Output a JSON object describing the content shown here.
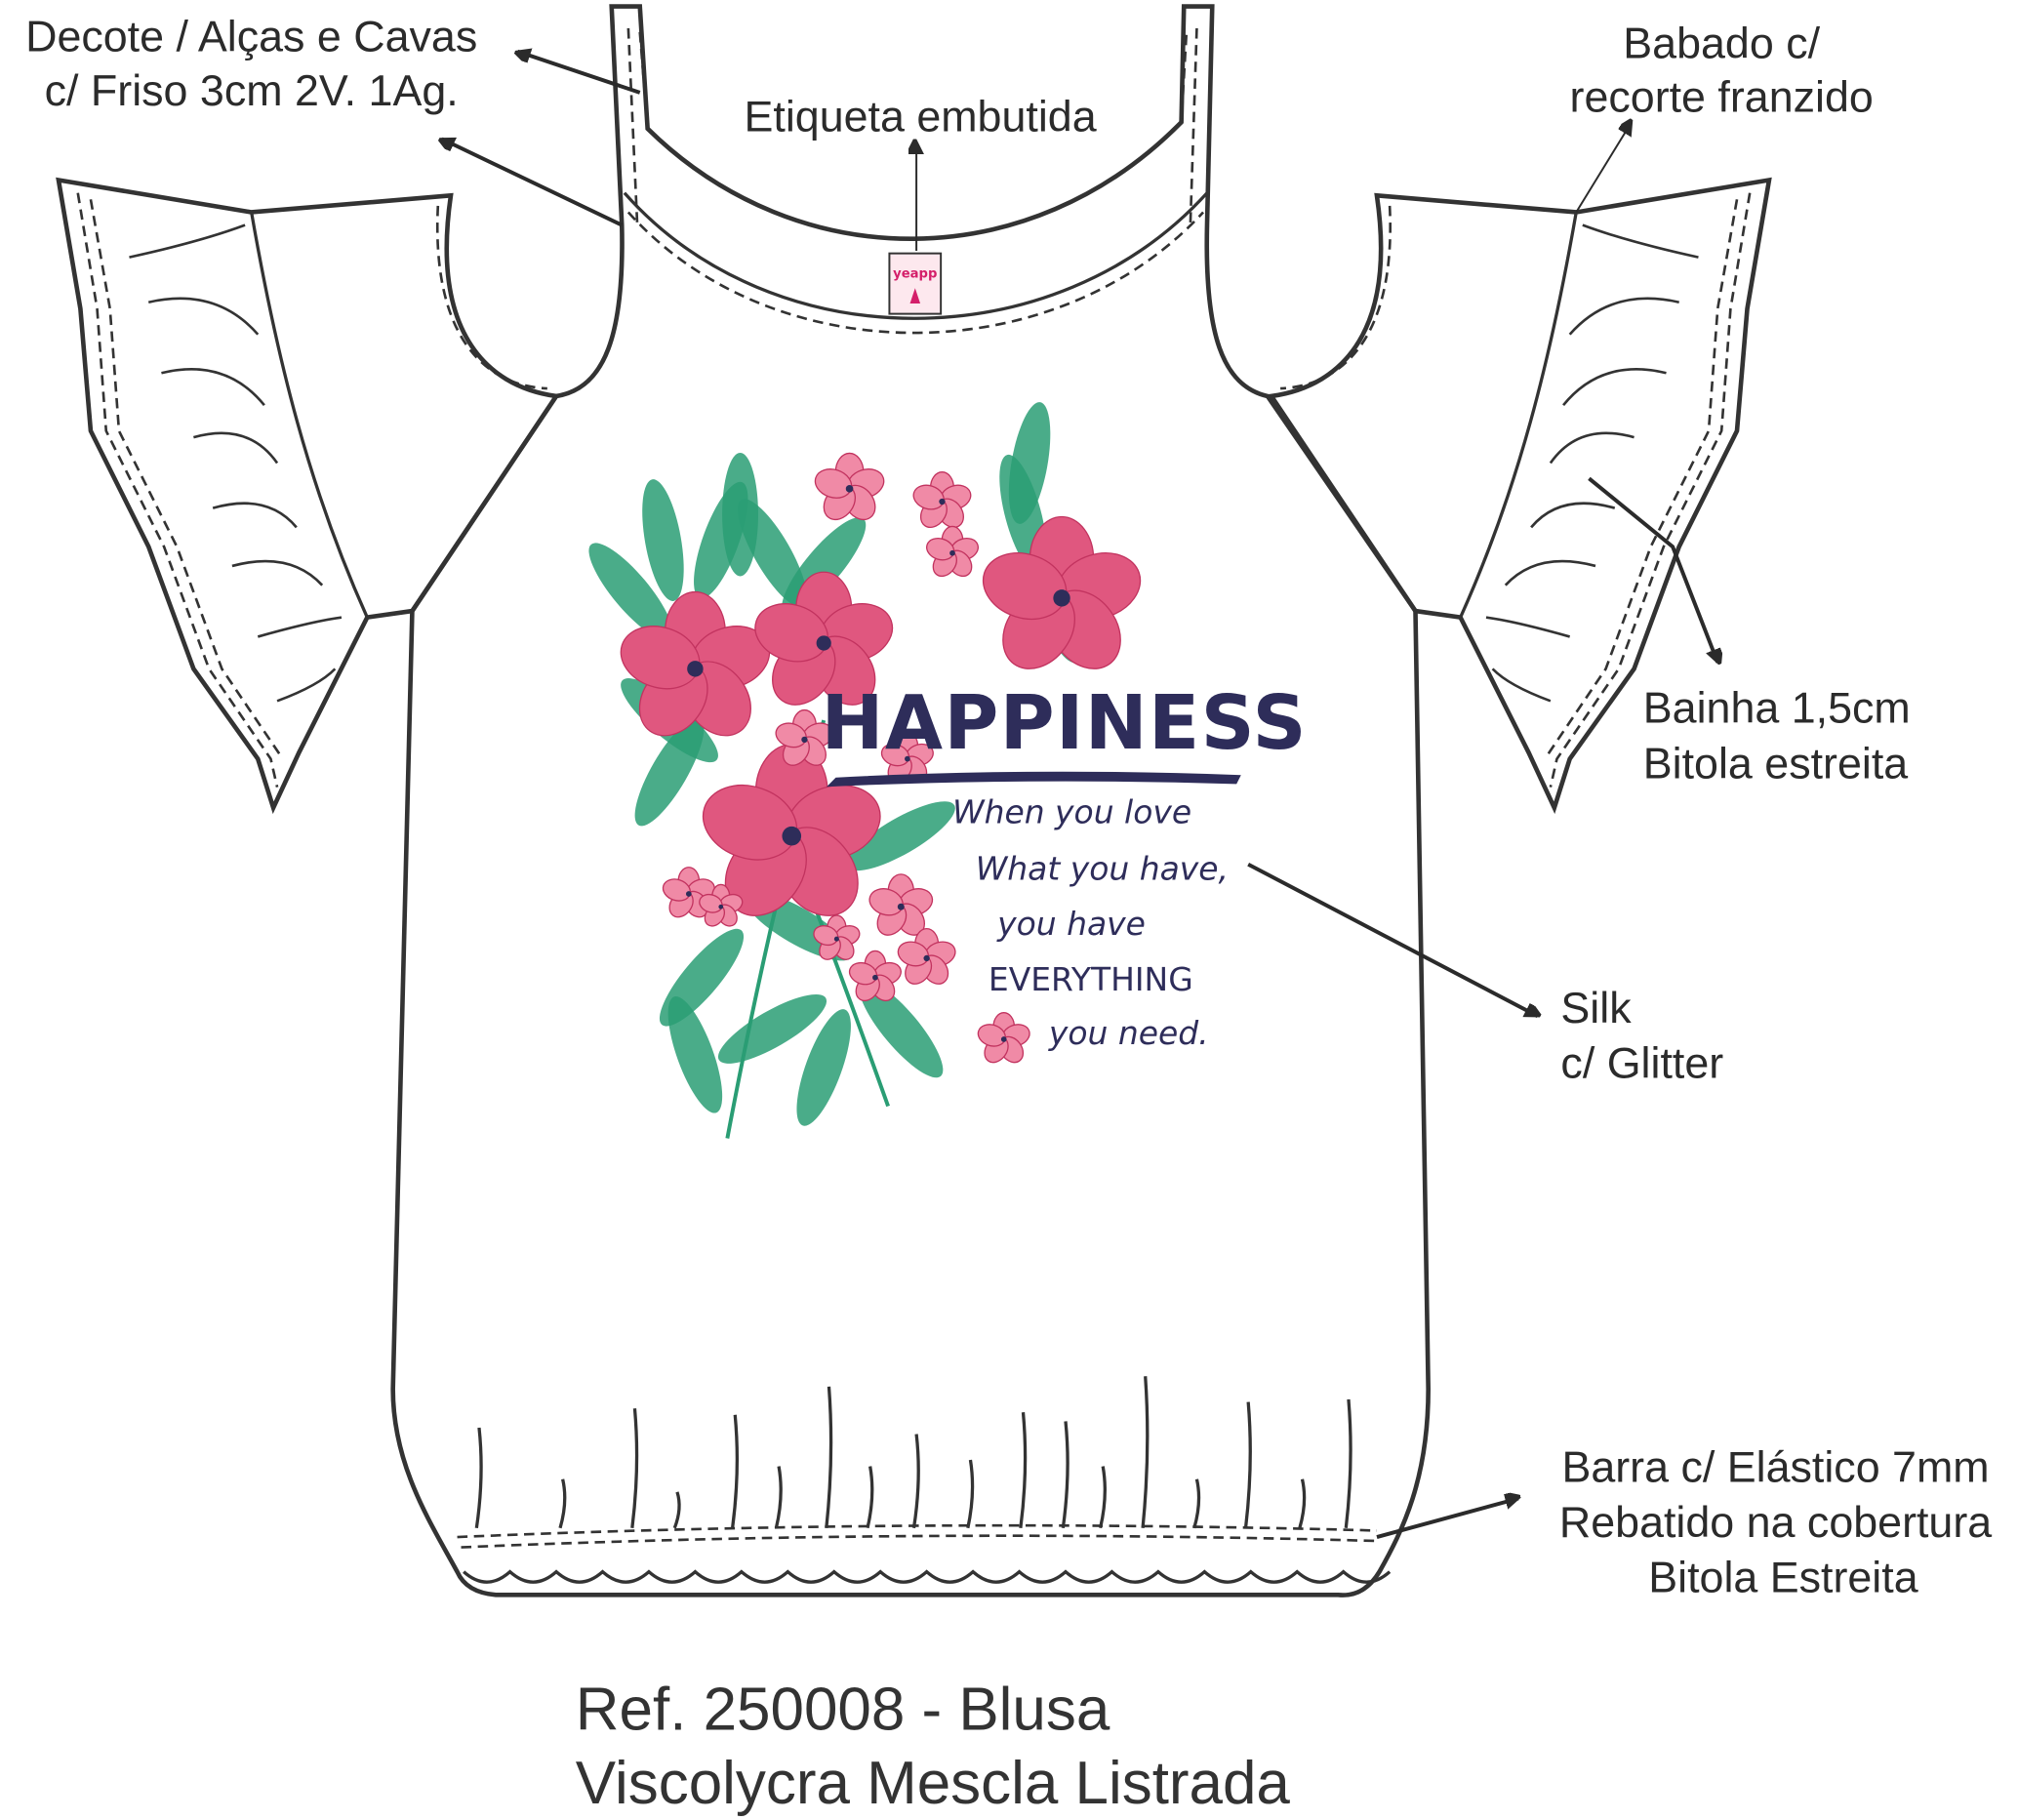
{
  "callouts": {
    "neckline": [
      "Decote / Alças e Cavas",
      "c/ Friso 3cm 2V. 1Ag."
    ],
    "label": [
      "Etiqueta embutida"
    ],
    "ruffle": [
      "Babado c/",
      "recorte franzido"
    ],
    "hem": [
      "Bainha 1,5cm",
      "Bitola estreita"
    ],
    "silk": [
      "Silk",
      "c/ Glitter"
    ],
    "bottom": [
      "Barra c/ Elástico 7mm",
      "Rebatido na cobertura",
      "Bitola Estreita"
    ]
  },
  "print": {
    "title": "HAPPINESS",
    "lines": [
      "When you love",
      "What you have,",
      "you have",
      "EVERYTHING",
      "you need."
    ]
  },
  "tag": {
    "logo": "yeapp"
  },
  "reference": {
    "line1": "Ref. 250008 - Blusa",
    "line2": "Viscolycra Mescla Listrada"
  },
  "colors": {
    "stripe_gray": "#cfcfcf",
    "stripe_white": "#ffffff",
    "navy": "#2e2d5a",
    "pink": "#e0577f",
    "green": "#2a9d74"
  }
}
